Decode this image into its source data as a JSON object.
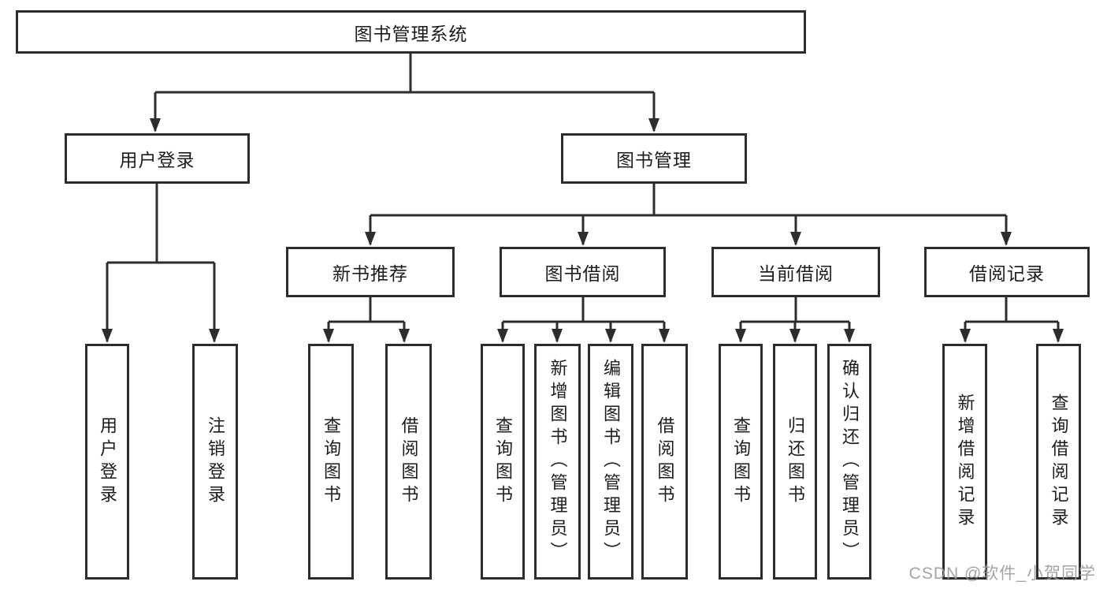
{
  "diagram": {
    "root": "图书管理系统",
    "level2": [
      {
        "label": "用户登录",
        "children": [
          "用户登录",
          "注销登录"
        ]
      },
      {
        "label": "图书管理",
        "children": [
          {
            "label": "新书推荐",
            "children": [
              "查询图书",
              "借阅图书"
            ]
          },
          {
            "label": "图书借阅",
            "children": [
              "查询图书",
              "新增图书（管理员）",
              "编辑图书（管理员）",
              "借阅图书"
            ]
          },
          {
            "label": "当前借阅",
            "children": [
              "查询图书",
              "归还图书",
              "确认归还（管理员）"
            ]
          },
          {
            "label": "借阅记录",
            "children": [
              "新增借阅记录",
              "查询借阅记录"
            ]
          }
        ]
      }
    ]
  },
  "watermark": "CSDN @软件_小贺同学",
  "colors": {
    "line": "#2d2d2d",
    "box_border": "#2d2d2d",
    "text": "#1c1c1c",
    "box_background": "#ffffff",
    "page_background": "#ffffff",
    "watermark": "#9b9b9b"
  }
}
